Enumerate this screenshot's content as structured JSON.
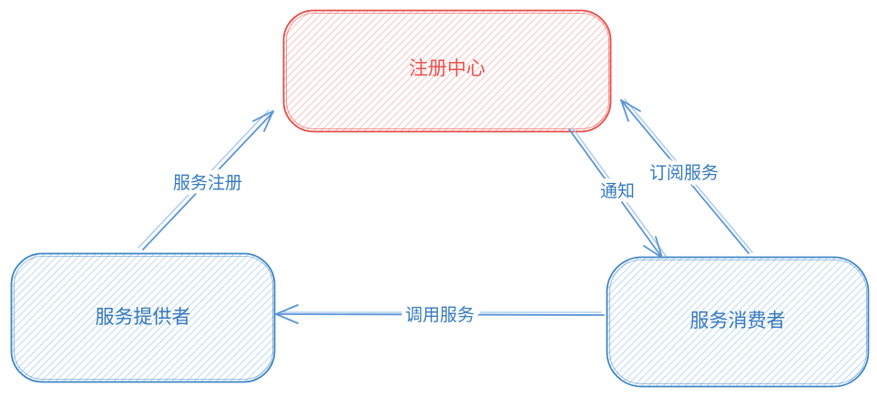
{
  "diagram": {
    "nodes": {
      "registry": {
        "label": "注册中心"
      },
      "provider": {
        "label": "服务提供者"
      },
      "consumer": {
        "label": "服务消费者"
      }
    },
    "edges": {
      "register": {
        "label": "服务注册",
        "from": "服务提供者",
        "to": "注册中心"
      },
      "subscribe": {
        "label": "订阅服务",
        "from": "服务消费者",
        "to": "注册中心"
      },
      "notify": {
        "label": "通知",
        "from": "注册中心",
        "to": "服务消费者"
      },
      "invoke": {
        "label": "调用服务",
        "from": "服务消费者",
        "to": "服务提供者"
      }
    },
    "colors": {
      "background": "#ffffff",
      "red_stroke": "#e84b45",
      "red_text": "#e8524e",
      "red_hatch": "#f5c6c3",
      "blue_stroke": "#3d85c6",
      "blue_text": "#3579be",
      "blue_hatch": "#bedaf2",
      "arrow": "#5b95d6",
      "arrow_echo": "#a9c9ec"
    }
  }
}
